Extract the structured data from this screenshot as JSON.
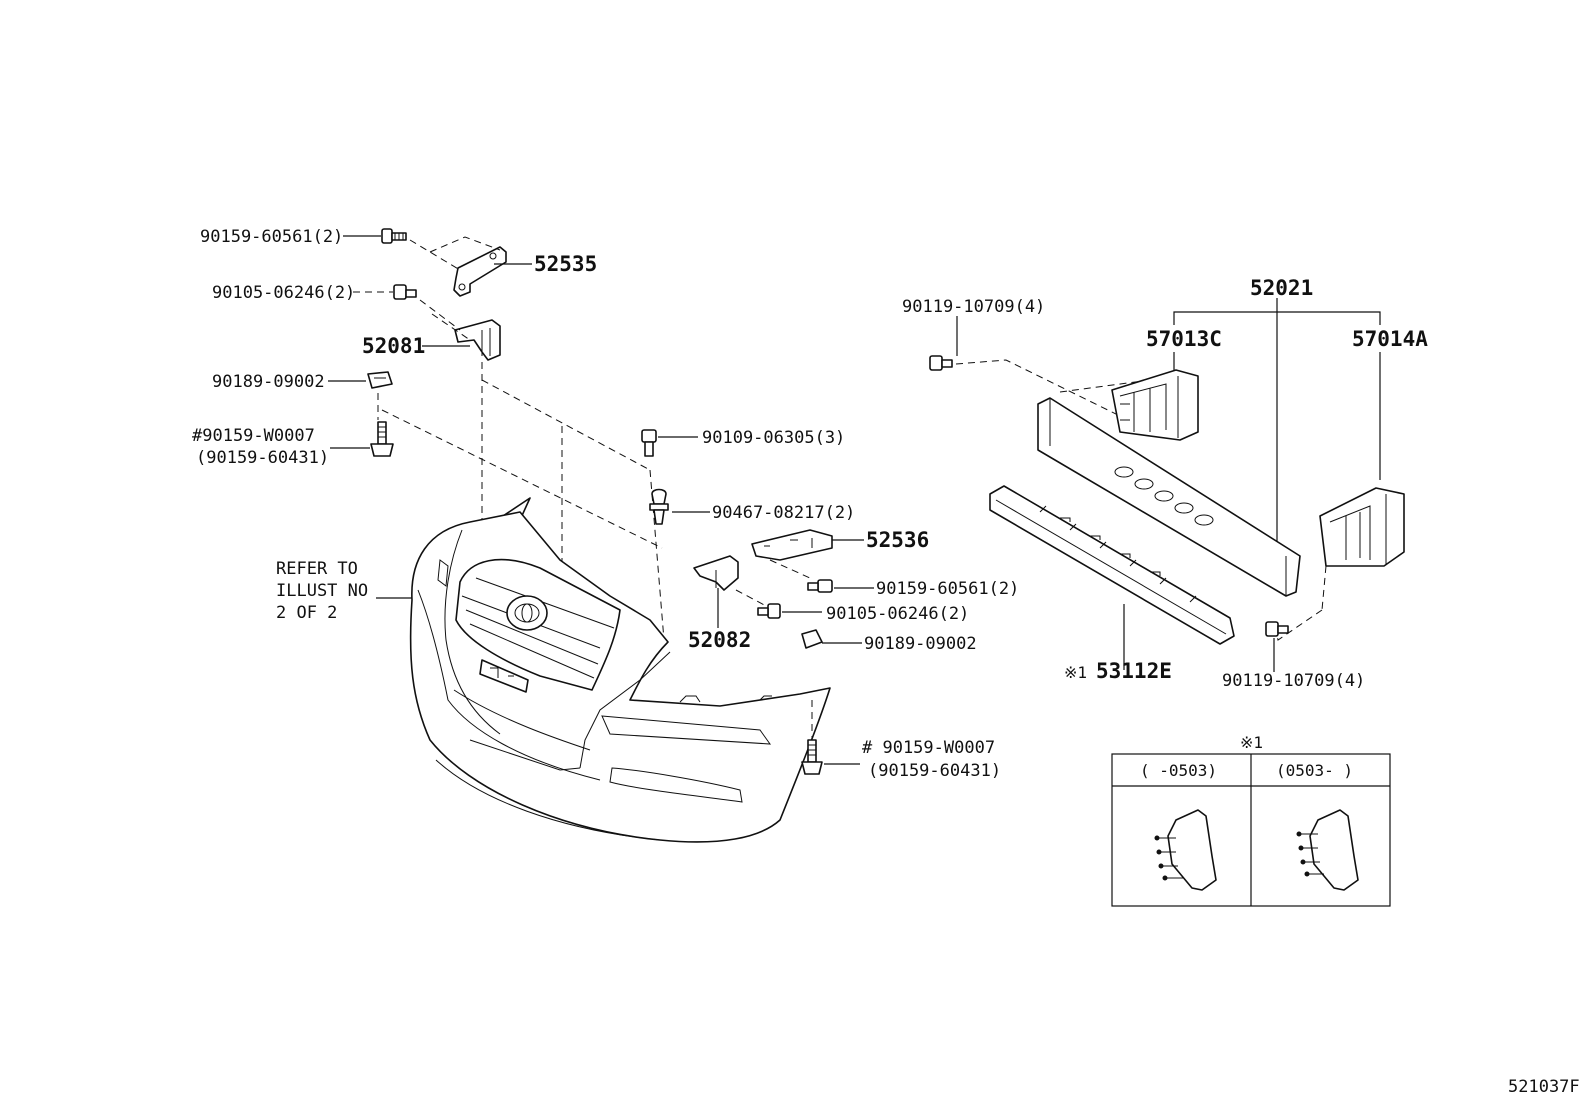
{
  "labels": {
    "p_90159_60561_top": "90159-60561(2)",
    "p_52535": "52535",
    "p_90105_06246_top": "90105-06246(2)",
    "p_52081": "52081",
    "p_90189_09002_left": "90189-09002",
    "p_90159_w0007_left": "#90159-W0007",
    "p_90159_60431_left": "(90159-60431)",
    "refer_line1": "REFER TO",
    "refer_line2": "ILLUST NO",
    "refer_line3": "2 OF 2",
    "p_90109_06305": "90109-06305(3)",
    "p_90467_08217": "90467-08217(2)",
    "p_52536": "52536",
    "p_90159_60561_mid": "90159-60561(2)",
    "p_90105_06246_mid": "90105-06246(2)",
    "p_52082": "52082",
    "p_90189_09002_mid": "90189-09002",
    "p_90159_w0007_right": "# 90159-W0007",
    "p_90159_60431_right": "(90159-60431)",
    "p_90119_10709_top": "90119-10709(4)",
    "p_52021": "52021",
    "p_57013c": "57013C",
    "p_57014a": "57014A",
    "p_53112e_mark": "※1",
    "p_53112e": "53112E",
    "p_90119_10709_bot": "90119-10709(4)",
    "inset_mark": "※1",
    "inset_col1": "(      -0503)",
    "inset_col2": "(0503-      )",
    "diagram_id": "521037F"
  }
}
